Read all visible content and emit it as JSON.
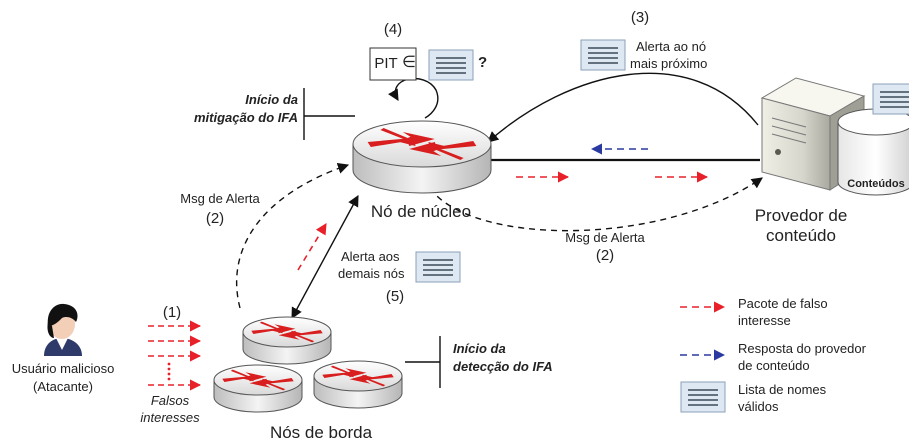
{
  "labels": {
    "step1": "(1)",
    "step2_left": "(2)",
    "step2_right": "(2)",
    "step3": "(3)",
    "step4": "(4)",
    "step5": "(5)",
    "pit": "PIT",
    "element_of": "∈",
    "question": "?",
    "alert_nearest_line1": "Alerta ao nó",
    "alert_nearest_line2": "mais próximo",
    "mitigation_line1": "Início da",
    "mitigation_line2": "mitigação do IFA",
    "detection_line1": "Início da",
    "detection_line2": "detecção do IFA",
    "msg_alert_left": "Msg de Alerta",
    "msg_alert_right": "Msg de Alerta",
    "core_node": "Nó de núcleo",
    "provider_line1": "Provedor de",
    "provider_line2": "conteúdo",
    "contents": "Conteúdos",
    "alert_others_line1": "Alerta aos",
    "alert_others_line2": "demais nós",
    "user_line1": "Usuário malicioso",
    "user_line2": "(Atacante)",
    "false_interests_line1": "Falsos",
    "false_interests_line2": "interesses",
    "edge_nodes": "Nós de borda"
  },
  "legend": {
    "false_interest_line1": "Pacote de falso",
    "false_interest_line2": "interesse",
    "provider_response_line1": "Resposta do provedor",
    "provider_response_line2": "de conteúdo",
    "valid_names_line1": "Lista de nomes",
    "valid_names_line2": "válidos"
  },
  "colors": {
    "red_arrow": "#e8202a",
    "blue_arrow": "#2a3aa0",
    "router_red": "#d81e1e",
    "list_fill": "#dde8f3"
  }
}
